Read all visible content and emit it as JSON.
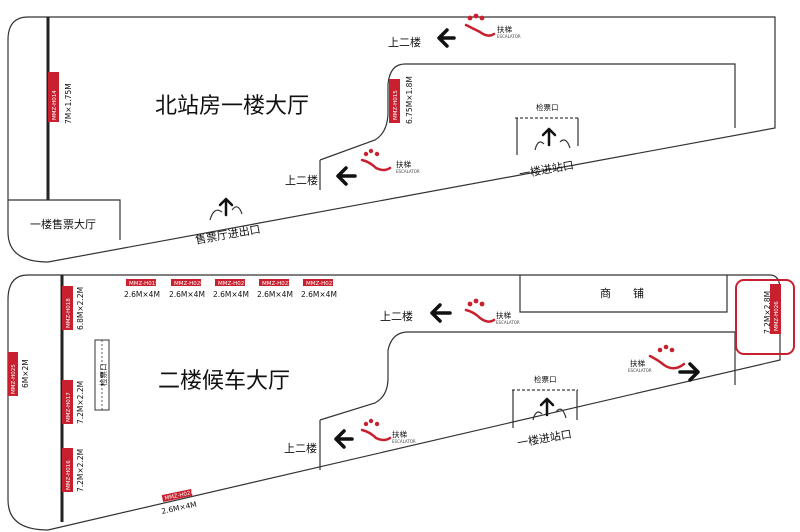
{
  "floor1": {
    "title": "北站房一楼大厅",
    "ticket_hall": "一楼售票大厅",
    "ticket_hall_exit": "售票厅进出口",
    "up_label_top": "上二楼",
    "up_label_mid": "上二楼",
    "escalator_label": "扶梯",
    "escalator_sub": "ESCALATOR",
    "gate_label": "检票口",
    "entrance_label": "一楼进站口",
    "ads": [
      {
        "code": "MMZ-H014",
        "size": "7M×1.75M"
      },
      {
        "code": "MMZ-H015",
        "size": "6.75M×1.8M"
      }
    ]
  },
  "floor2": {
    "title": "二楼候车大厅",
    "shop_label": "商　　铺",
    "gate_left_label": "检票口",
    "gate_label": "检票口",
    "entrance_label": "一楼进站口",
    "up_label_top": "上二楼",
    "up_label_bottom": "上二楼",
    "escalator_label": "扶梯",
    "escalator_sub": "ESCALATOR",
    "top_ads": [
      {
        "code": "MMZ-H019",
        "size": "2.6M×4M"
      },
      {
        "code": "MMZ-H020",
        "size": "2.6M×4M"
      },
      {
        "code": "MMZ-H021",
        "size": "2.6M×4M"
      },
      {
        "code": "MMZ-H022",
        "size": "2.6M×4M"
      },
      {
        "code": "MMZ-H023",
        "size": "2.6M×4M"
      }
    ],
    "left_ads": [
      {
        "code": "MMZ-H018",
        "size": "6.8M×2.2M"
      },
      {
        "code": "MMZ-H017",
        "size": "7.2M×2.2M"
      },
      {
        "code": "MMZ-H016",
        "size": "7.2M×2.2M"
      }
    ],
    "outer_ad": {
      "code": "MMZ-H025",
      "size": "6M×2M"
    },
    "bottom_ad": {
      "code": "MMZ-H024",
      "size": "2.6M×4M"
    },
    "right_ad": {
      "code": "MMZ-H026",
      "size": "7.2M×2.8M"
    }
  },
  "colors": {
    "badge": "#c8202e",
    "highlight": "#c8202e",
    "outline": "#333333"
  }
}
